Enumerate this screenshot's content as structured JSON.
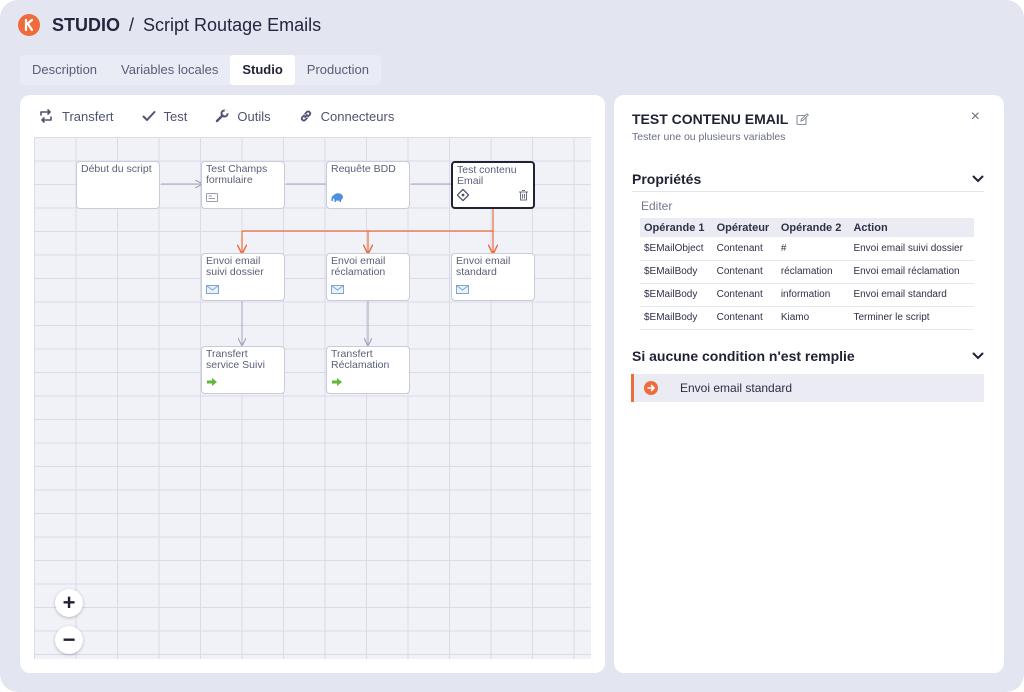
{
  "header": {
    "app_name": "STUDIO",
    "separator": "/",
    "title": "Script Routage Emails",
    "logo_letter": "K",
    "logo_color": "#ee6b3b"
  },
  "tabs": [
    {
      "label": "Description",
      "active": false
    },
    {
      "label": "Variables locales",
      "active": false
    },
    {
      "label": "Studio",
      "active": true
    },
    {
      "label": "Production",
      "active": false
    }
  ],
  "toolbar": {
    "transfer_label": "Transfert",
    "test_label": "Test",
    "tools_label": "Outils",
    "connectors_label": "Connecteurs"
  },
  "canvas": {
    "nodes": {
      "start": {
        "label": "Début du script"
      },
      "test_fields": {
        "label": "Test Champs formulaire",
        "icon": "form-icon"
      },
      "db_request": {
        "label": "Requête BDD",
        "icon": "elephant-icon"
      },
      "test_content": {
        "label": "Test contenu Email",
        "icon": "condition-icon",
        "selected": true
      },
      "email_followup": {
        "label": "Envoi email suivi dossier",
        "icon": "email-icon"
      },
      "email_claim": {
        "label": "Envoi email réclamation",
        "icon": "email-icon"
      },
      "email_standard": {
        "label": "Envoi email standard",
        "icon": "email-icon"
      },
      "transfer_followup": {
        "label": "Transfert service Suivi",
        "icon": "arrow-right-icon"
      },
      "transfer_claim": {
        "label": "Transfert Réclamation",
        "icon": "arrow-right-icon"
      }
    },
    "zoom_in": "+",
    "zoom_out": "−",
    "accent_color": "#ee6b3b"
  },
  "panel": {
    "title": "TEST CONTENU EMAIL",
    "subtitle": "Tester une ou plusieurs variables",
    "close_label": "×",
    "properties": {
      "heading": "Propriétés",
      "edit_label": "Editer",
      "columns": [
        "Opérande 1",
        "Opérateur",
        "Opérande 2",
        "Action"
      ],
      "rows": [
        [
          "$EMailObject",
          "Contenant",
          "#",
          "Envoi email suivi dossier"
        ],
        [
          "$EMailBody",
          "Contenant",
          "réclamation",
          "Envoi email réclamation"
        ],
        [
          "$EMailBody",
          "Contenant",
          "information",
          "Envoi email standard"
        ],
        [
          "$EMailBody",
          "Contenant",
          "Kiamo",
          "Terminer le script"
        ]
      ]
    },
    "fallback": {
      "heading": "Si aucune condition n'est remplie",
      "action": "Envoi email standard"
    }
  }
}
